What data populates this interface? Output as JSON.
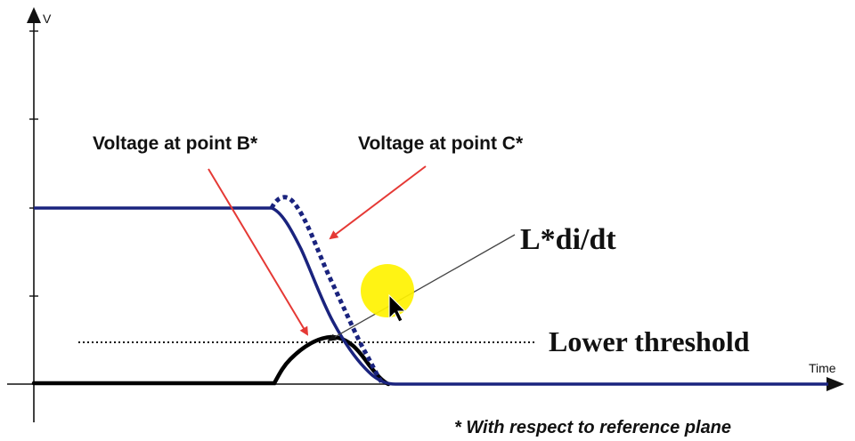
{
  "axes": {
    "y_label": "V",
    "x_label": "Time"
  },
  "labels": {
    "voltage_b": "Voltage at point B*",
    "voltage_c": "Voltage at point C*",
    "inductive": "L*di/dt",
    "lower_threshold": "Lower threshold",
    "footnote": "* With respect to reference plane"
  },
  "colors": {
    "signal_trace": "#1a237e",
    "bounce_trace": "#000000",
    "annotation_arrow": "#e53935",
    "leader_line": "#444444",
    "cursor_highlight": "#fff200"
  },
  "icons": {
    "cursor": "mouse-pointer-icon"
  }
}
